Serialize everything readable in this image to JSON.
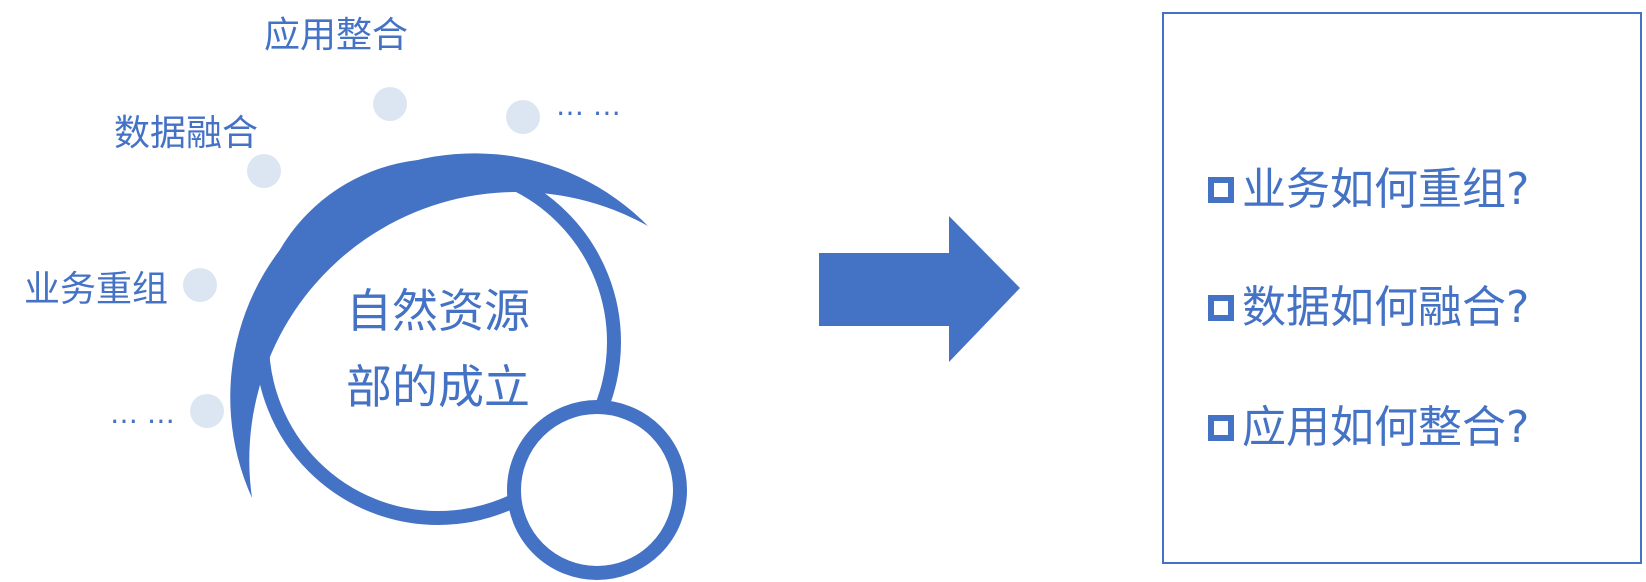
{
  "diagram": {
    "center_title": [
      "自然资源",
      "部的成立"
    ],
    "orbit_labels": {
      "app": "应用整合",
      "data": "数据融合",
      "business": "业务重组",
      "more_top": "… …",
      "more_bottom": "… …"
    },
    "questions": [
      "业务如何重组?",
      "数据如何融合?",
      "应用如何整合?"
    ],
    "colors": {
      "primary": "#4472c4",
      "dot": "#dce6f2"
    }
  }
}
